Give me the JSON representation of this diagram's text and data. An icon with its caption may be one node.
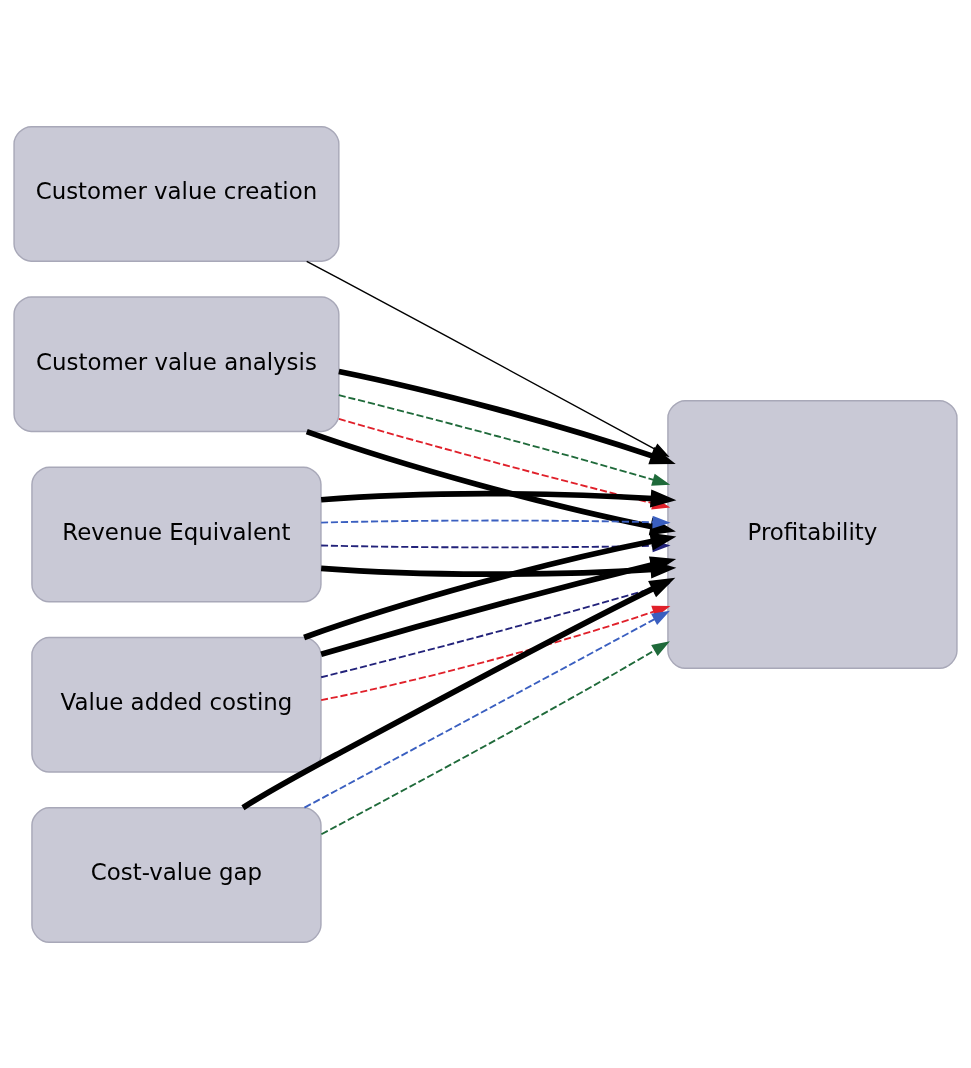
{
  "diagram": {
    "nodes": [
      {
        "text": [
          "Customer value creation"
        ]
      },
      {
        "text": [
          "Customer value analysis"
        ]
      },
      {
        "text": [
          "Revenue Equivalent"
        ]
      },
      {
        "text": [
          "Value added costing"
        ]
      },
      {
        "text": [
          "Cost-value gap"
        ]
      },
      {
        "text": [
          "Profitability"
        ]
      }
    ],
    "edges": [
      {
        "from": 0,
        "to": 5,
        "arrow": "to"
      },
      {
        "from": 1,
        "to": 5,
        "arrow": "to",
        "style": "thick"
      },
      {
        "from": 2,
        "to": 5,
        "arrow": "to",
        "style": "thick"
      },
      {
        "from": 1,
        "to": 5,
        "arrow": "to",
        "style": "dashed",
        "color": "#e0202a"
      },
      {
        "from": 3,
        "to": 5,
        "arrow": "to",
        "style": "dashed",
        "color": "#e0202a"
      },
      {
        "from": 1,
        "to": 5,
        "arrow": "to",
        "style": "dashed",
        "color": "#1f6a3a"
      },
      {
        "from": 4,
        "to": 5,
        "arrow": "to",
        "style": "dashed",
        "color": "#1f6a3a"
      },
      {
        "from": 2,
        "to": 5,
        "arrow": "to",
        "style": "dashed",
        "color": "#22227a"
      },
      {
        "from": 3,
        "to": 5,
        "arrow": "to",
        "style": "dashed",
        "color": "#22227a"
      },
      {
        "from": 2,
        "to": 5,
        "arrow": "to",
        "style": "dashed",
        "color": "#3a5fc0"
      },
      {
        "from": 4,
        "to": 5,
        "arrow": "to",
        "style": "dashed",
        "color": "#3a5fc0"
      },
      {
        "from": 1,
        "to": 5,
        "arrow": "to",
        "style": "thick"
      },
      {
        "from": 2,
        "to": 5,
        "arrow": "to",
        "style": "thick"
      },
      {
        "from": 3,
        "to": 5,
        "arrow": "to",
        "style": "thick"
      },
      {
        "from": 3,
        "to": 5,
        "arrow": "to",
        "style": "thick"
      },
      {
        "from": 4,
        "to": 5,
        "arrow": "to",
        "style": "thick"
      }
    ]
  }
}
